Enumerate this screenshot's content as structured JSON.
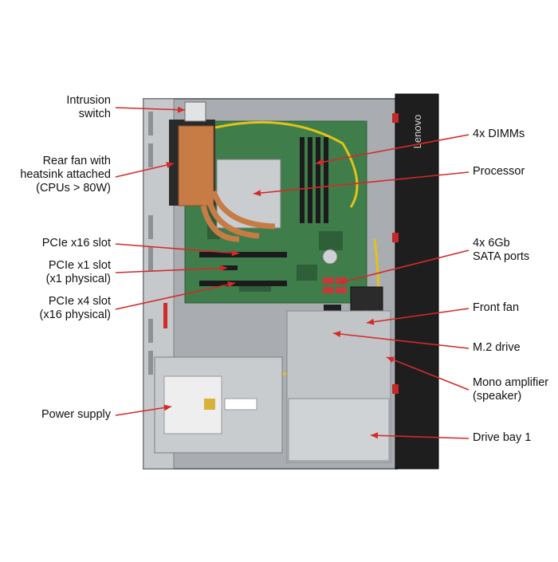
{
  "labels": {
    "intrusion_switch": [
      "Intrusion",
      "switch"
    ],
    "rear_fan": [
      "Rear fan with",
      "heatsink attached",
      "(CPUs > 80W)"
    ],
    "pcie_x16": [
      "PCIe x16 slot"
    ],
    "pcie_x1": [
      "PCIe x1 slot",
      "(x1 physical)"
    ],
    "pcie_x4": [
      "PCIe x4 slot",
      "(x16 physical)"
    ],
    "power_supply": [
      "Power supply"
    ],
    "dimms": [
      "4x DIMMs"
    ],
    "processor": [
      "Processor"
    ],
    "sata_ports": [
      "4x 6Gb",
      "SATA ports"
    ],
    "front_fan": [
      "Front fan"
    ],
    "m2_drive": [
      "M.2 drive"
    ],
    "mono_amplifier": [
      "Mono amplifier",
      "(speaker)"
    ],
    "drive_bay": [
      "Drive bay 1"
    ]
  },
  "brand_text": "Lenovo",
  "colors": {
    "callout": "#d42a2a",
    "board": "#3f7d4a",
    "chassis": "#b9bcbf",
    "bezel": "#1e1e1e",
    "heatsink": "#c77b45",
    "cable": "#e3c21a"
  }
}
